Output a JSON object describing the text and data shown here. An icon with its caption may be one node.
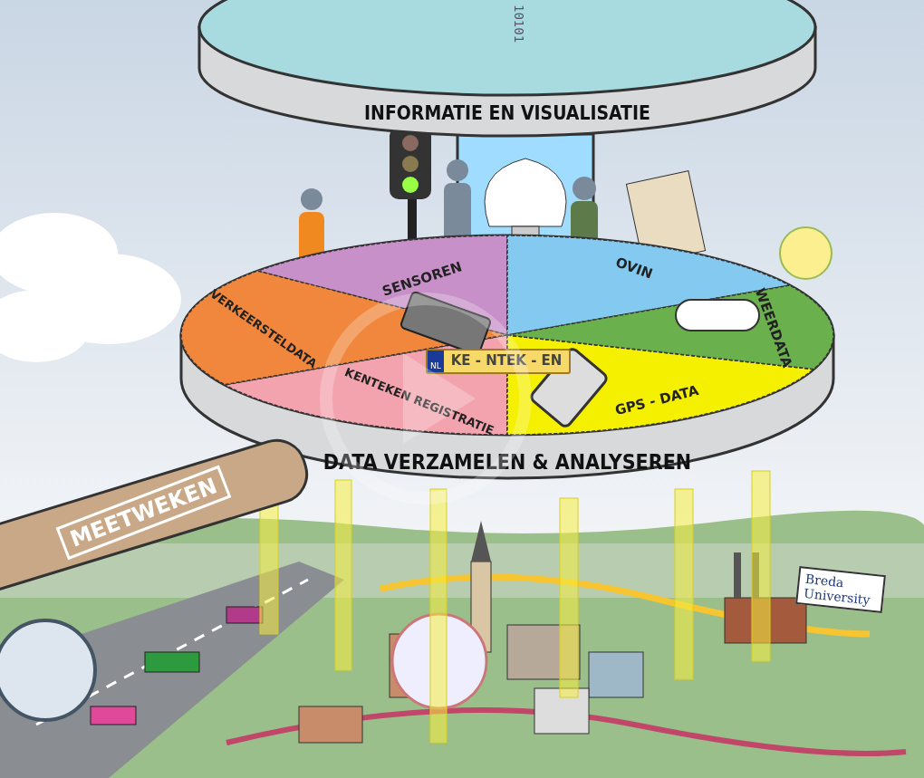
{
  "diagram": {
    "nodes": [
      {
        "text": [
          "INFORMATIE EN VISUALISATIE"
        ]
      },
      {
        "text": [
          "DATA VERZAMELEN & ANALYSEREN"
        ]
      },
      {
        "text": [
          "SENSOREN"
        ]
      },
      {
        "text": [
          "OVIN"
        ]
      },
      {
        "text": [
          "VERKEERSTELDATA"
        ]
      },
      {
        "text": [
          "WEERDATA"
        ]
      },
      {
        "text": [
          "KENTEKEN REGISTRATIE"
        ],
        "in": 1
      },
      {
        "text": [
          "GPS - DATA"
        ],
        "in": 1
      },
      {
        "text": [
          "MEETWEKEN"
        ]
      }
    ],
    "labels": [
      "10101",
      "NL",
      "KE - NTEK - EN",
      "Breda University"
    ]
  }
}
